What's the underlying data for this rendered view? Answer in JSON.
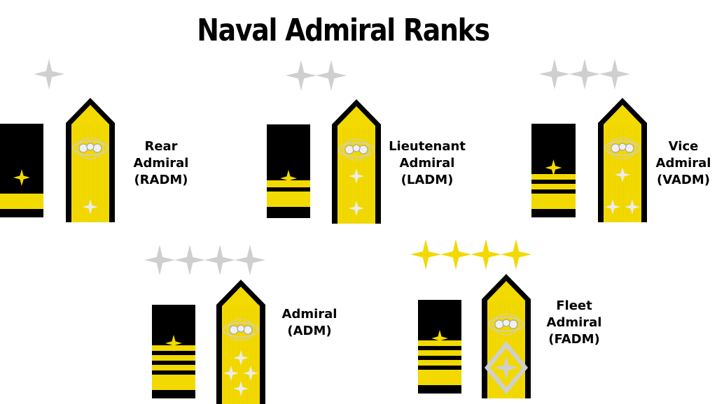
{
  "title": "Naval Admiral Ranks",
  "colors": {
    "gold": "#f2d900",
    "gold_dark": "#d8c200",
    "silver": "#cfcfcf",
    "black": "#000000"
  },
  "ranks": [
    {
      "id": "radm",
      "line1": "Rear",
      "line2": "Admiral",
      "line3": "(RADM)",
      "stars": 1,
      "star_color": "silver",
      "stripes": 1,
      "board_stars": 1,
      "emblem": "stars"
    },
    {
      "id": "ladm",
      "line1": "Lieutenant",
      "line2": "Admiral",
      "line3": "(LADM)",
      "stars": 2,
      "star_color": "silver",
      "stripes": 2,
      "board_stars": 2,
      "emblem": "stars"
    },
    {
      "id": "vadm",
      "line1": "Vice",
      "line2": "Admiral",
      "line3": "(VADM)",
      "stars": 3,
      "star_color": "silver",
      "stripes": 3,
      "board_stars": 3,
      "emblem": "stars"
    },
    {
      "id": "adm",
      "line1": "Admiral",
      "line2": "(ADM)",
      "line3": "",
      "stars": 4,
      "star_color": "silver",
      "stripes": 4,
      "board_stars": 4,
      "emblem": "stars"
    },
    {
      "id": "fadm",
      "line1": "Fleet",
      "line2": "Admiral",
      "line3": "(FADM)",
      "stars": 4,
      "star_color": "gold",
      "stripes": 4,
      "board_stars": 0,
      "emblem": "diamond"
    }
  ]
}
